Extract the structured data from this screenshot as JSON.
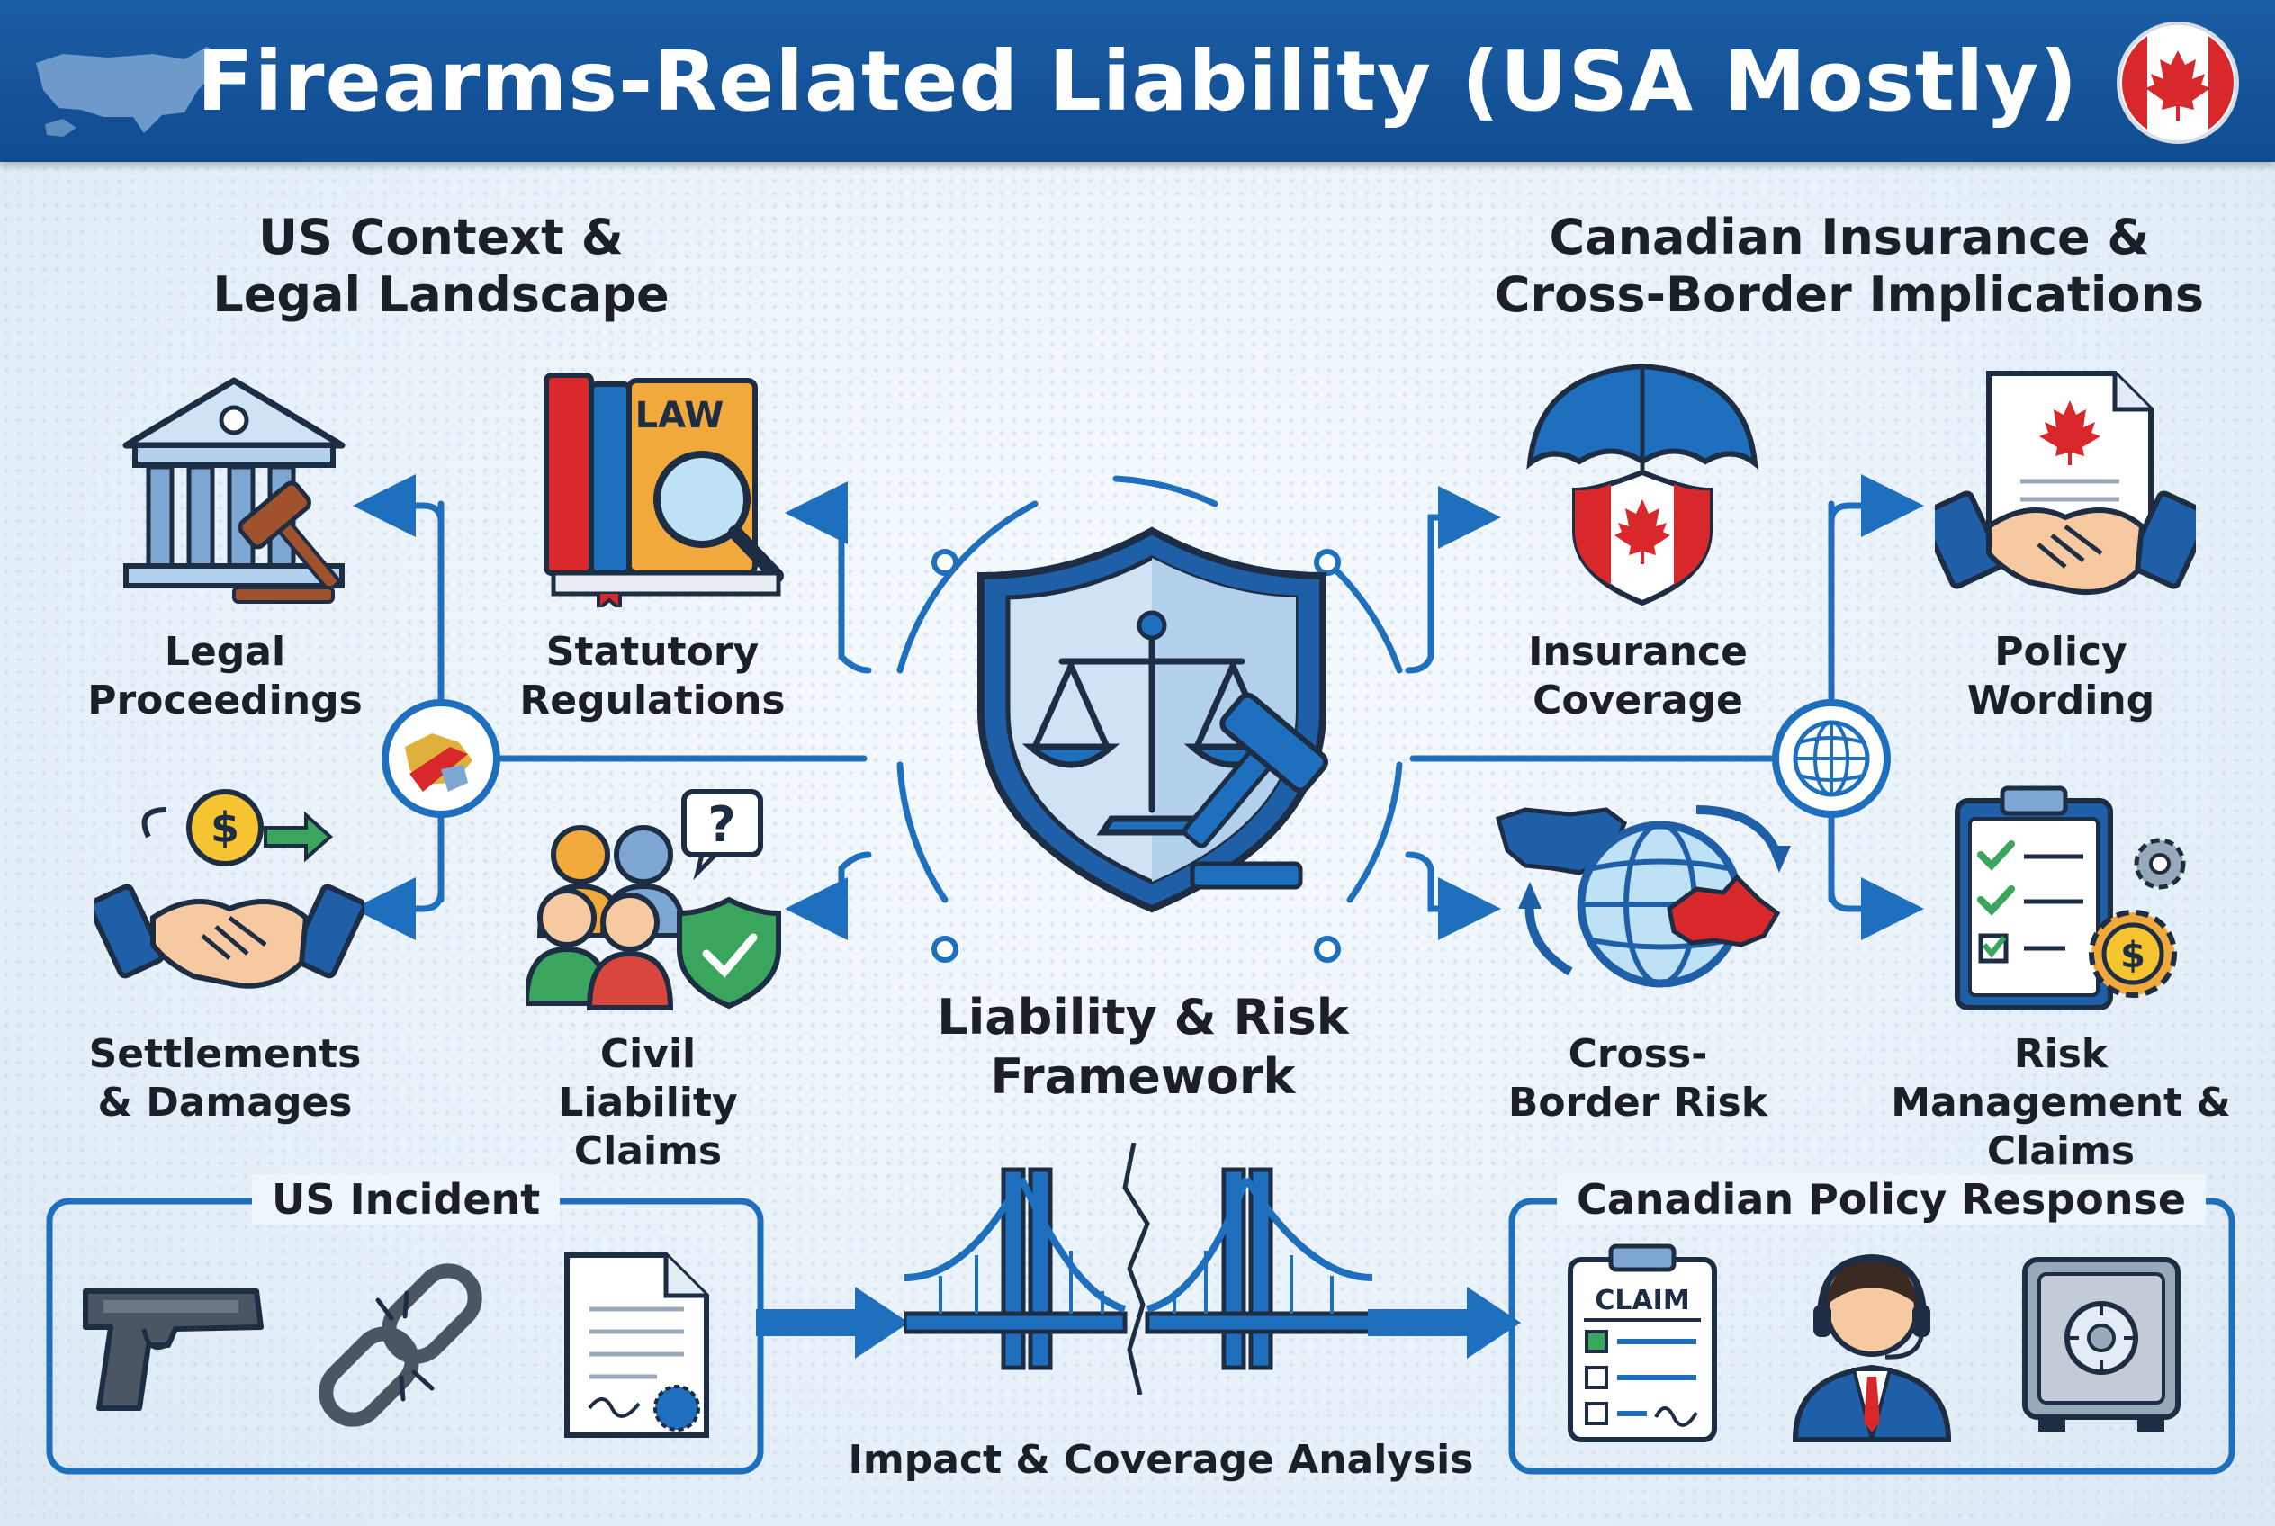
{
  "banner": {
    "title": "Firearms-Related Liability (USA Mostly)",
    "left_icon": "usa-map-icon",
    "right_icon": "canada-flag-icon"
  },
  "sections": {
    "left_title": "US Context & Legal Landscape",
    "right_title": "Canadian Insurance & Cross-Border Implications"
  },
  "left_items": [
    {
      "label": "Legal Proceedings",
      "icon": "courthouse-gavel-icon"
    },
    {
      "label": "Statutory Regulations",
      "icon": "law-books-magnifier-icon"
    },
    {
      "label": "Settlements & Damages",
      "icon": "handshake-money-icon"
    },
    {
      "label": "Civil Liability Claims",
      "icon": "people-shield-icon"
    }
  ],
  "center": {
    "label": "Liability & Risk Framework",
    "icon": "shield-scales-gavel-icon"
  },
  "right_items": [
    {
      "label": "Insurance Coverage",
      "icon": "umbrella-shield-icon"
    },
    {
      "label": "Policy Wording",
      "icon": "document-handshake-icon"
    },
    {
      "label": "Cross-Border Risk",
      "icon": "globe-cross-border-icon"
    },
    {
      "label": "Risk Management & Claims",
      "icon": "checklist-gears-icon"
    }
  ],
  "book_label": "LAW",
  "hubs": {
    "left": "map-hub-icon",
    "right": "globe-hub-icon"
  },
  "bottom": {
    "us_incident_title": "US Incident",
    "us_incident_icons": [
      "pistol-icon",
      "broken-chain-icon",
      "certificate-document-icon"
    ],
    "bridge_caption": "Impact & Coverage Analysis",
    "canadian_title": "Canadian Policy Response",
    "claim_label": "CLAIM",
    "canadian_icons": [
      "claim-form-icon",
      "support-agent-icon",
      "safe-icon"
    ]
  },
  "colors": {
    "banner": "#1a5ea6",
    "primary_blue": "#1f6fbf",
    "dark_outline": "#1d2d44",
    "canada_red": "#d8282c",
    "background": "#e9f2fa"
  }
}
